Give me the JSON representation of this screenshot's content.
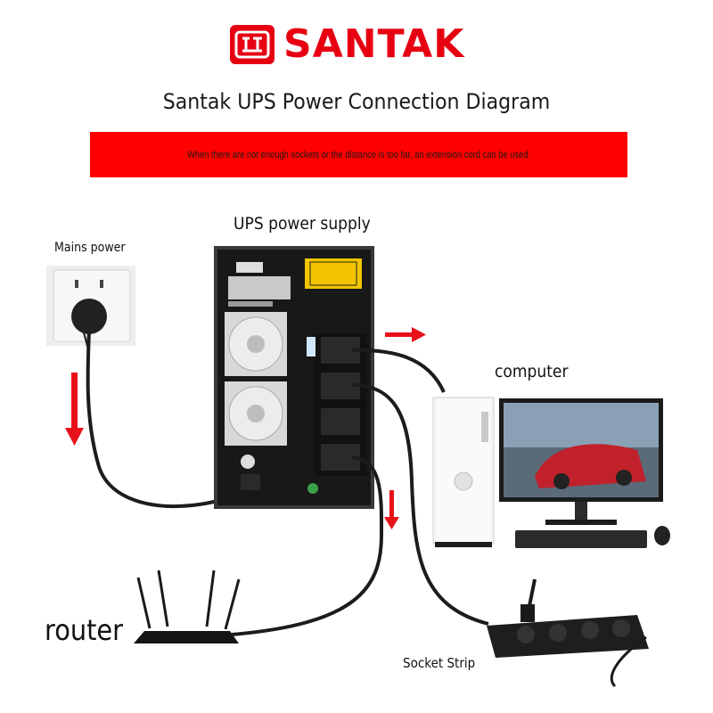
{
  "brand": {
    "name": "SANTAK",
    "color": "#e60012"
  },
  "diagram": {
    "title": "Santak UPS Power Connection Diagram",
    "note": "When there are not enough sockets or the distance is too far, an extension cord can be used.",
    "banner_color": "#ff0000",
    "arrow_color": "#e8111a"
  },
  "labels": {
    "ups": "UPS power supply",
    "mains": "Mains power",
    "computer": "computer",
    "router": "router",
    "socket_strip": "Socket Strip"
  },
  "icons": [
    "wall-outlet-icon",
    "ups-unit-icon",
    "desktop-tower-icon",
    "monitor-icon",
    "keyboard-icon",
    "mouse-icon",
    "router-icon",
    "socket-strip-icon"
  ]
}
